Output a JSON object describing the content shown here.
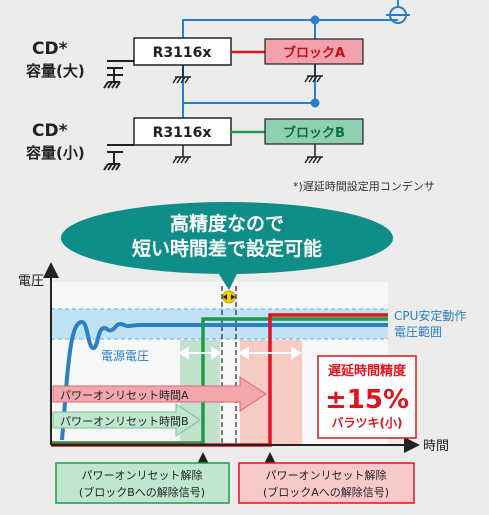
{
  "colors": {
    "blue": "#2a7fc6",
    "red": "#e0141e",
    "green": "#1e9a4a",
    "teal": "#0e8d89",
    "blockA_fill": "#f3a2ad",
    "blockB_fill": "#8fcfb2",
    "cpu_band": "#bfe3f5"
  },
  "schematic": {
    "cap_large_label": "CD*",
    "cap_large_sub": "容量(大)",
    "cap_small_label": "CD*",
    "cap_small_sub": "容量(小)",
    "regulator_top": "R3116x",
    "regulator_bottom": "R3116x",
    "block_a": "ブロックA",
    "block_b": "ブロックB",
    "footnote": "*)遅延時間設定用コンデンサ"
  },
  "bubble": {
    "line1": "高精度なので",
    "line2": "短い時間差で設定可能"
  },
  "graph": {
    "y_axis_label": "電圧",
    "x_axis_label": "時間",
    "supply_label": "電源電圧",
    "cpu_range_line1": "CPU安定動作",
    "cpu_range_line2": "電圧範囲",
    "por_time_a": "パワーオンリセット時間A",
    "por_time_b": "パワーオンリセット時間B",
    "accuracy_title": "遅延時間精度",
    "accuracy_value": "±15%",
    "accuracy_note": "バラツキ(小)"
  },
  "callouts": {
    "release_b_line1": "パワーオンリセット解除",
    "release_b_line2": "(ブロックBへの解除信号)",
    "release_a_line1": "パワーオンリセット解除",
    "release_a_line2": "(ブロックAへの解除信号)"
  }
}
